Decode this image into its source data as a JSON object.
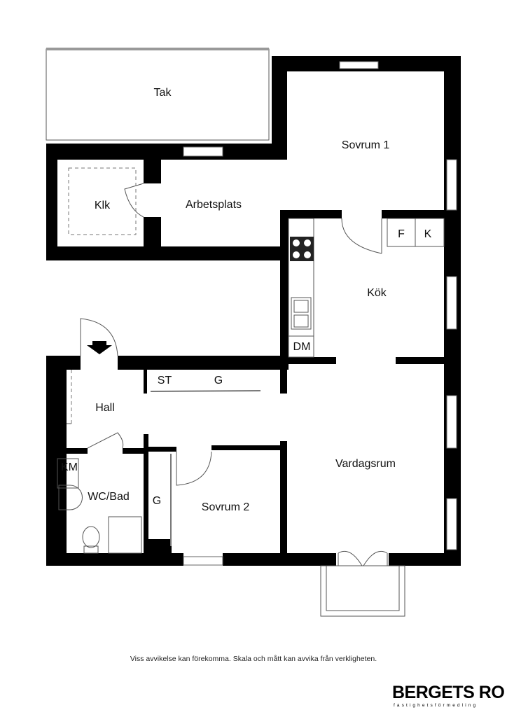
{
  "rooms": {
    "tak": "Tak",
    "sovrum1": "Sovrum 1",
    "klk": "Klk",
    "arbetsplats": "Arbetsplats",
    "f": "F",
    "k": "K",
    "kok": "Kök",
    "dm": "DM",
    "st": "ST",
    "g_hall": "G",
    "hall": "Hall",
    "km": "KM",
    "wcbad": "WC/Bad",
    "g_sovrum2": "G",
    "sovrum2": "Sovrum 2",
    "vardagsrum": "Vardagsrum"
  },
  "footer": {
    "disclaimer": "Viss avvikelse kan förekomma. Skala och mått kan avvika från verkligheten.",
    "logo": "BERGETS RO",
    "logo_tagline": "fastighetsförmedling"
  }
}
